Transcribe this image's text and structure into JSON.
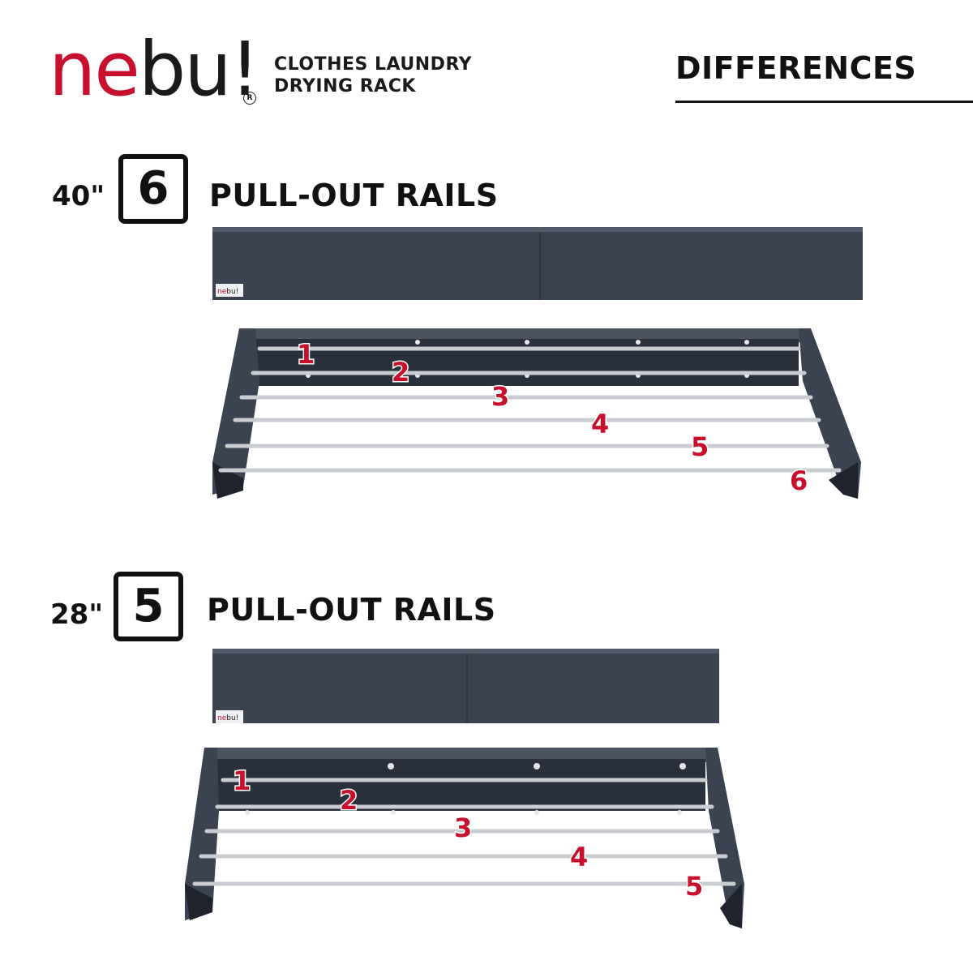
{
  "brand": {
    "logo_ne": "ne",
    "logo_bu": "bu!",
    "registered": "R",
    "tagline_1": "CLOTHES LAUNDRY",
    "tagline_2": "DRYING RACK"
  },
  "header": {
    "title": "DIFFERENCES"
  },
  "sections": [
    {
      "size": "40\"",
      "count": "6",
      "label": "PULL-OUT RAILS",
      "rail_numbers": [
        "1",
        "2",
        "3",
        "4",
        "5",
        "6"
      ]
    },
    {
      "size": "28\"",
      "count": "5",
      "label": "PULL-OUT RAILS",
      "rail_numbers": [
        "1",
        "2",
        "3",
        "4",
        "5"
      ]
    }
  ],
  "product_badge": {
    "ne": "ne",
    "bu": "bu!"
  },
  "colors": {
    "brand_red": "#c8102e",
    "rack_dark": "#3b4351",
    "rail": "#c9ccd1"
  }
}
